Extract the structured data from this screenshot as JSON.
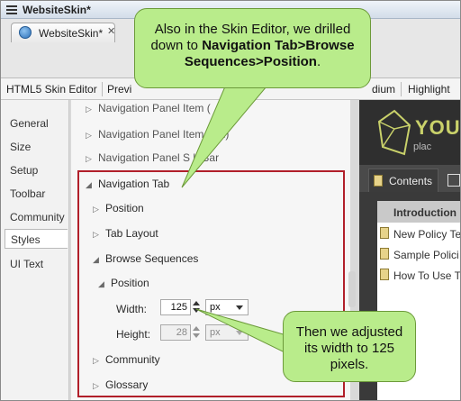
{
  "window": {
    "title": "WebsiteSkin*"
  },
  "doc_tab": {
    "label": "WebsiteSkin*",
    "close": "✕"
  },
  "toolbar": {
    "items": [
      "HTML5 Skin Editor",
      "Previ",
      "dium",
      "Highlight"
    ]
  },
  "sidenav": {
    "items": [
      "General",
      "Size",
      "Setup",
      "Toolbar",
      "Community",
      "Styles",
      "UI Text"
    ],
    "active": "Styles"
  },
  "tree": {
    "rows": [
      {
        "label": "Navigation Panel Item (",
        "arrow": "▷"
      },
      {
        "label": "Navigation Panel Item (    ed)",
        "arrow": "▷"
      },
      {
        "label": "Navigation Panel S    h Bar",
        "arrow": "▷"
      },
      {
        "label": "Navigation Tab",
        "arrow": "◢"
      },
      {
        "label": "Position",
        "arrow": "▷"
      },
      {
        "label": "Tab Layout",
        "arrow": "▷"
      },
      {
        "label": "Browse Sequences",
        "arrow": "◢"
      },
      {
        "label": "Position",
        "arrow": "◢"
      },
      {
        "label": "Community",
        "arrow": "▷"
      },
      {
        "label": "Glossary",
        "arrow": "▷"
      }
    ],
    "width": {
      "label": "Width:",
      "value": "125",
      "unit": "px"
    },
    "height": {
      "label": "Height:",
      "value": "28",
      "unit": "px"
    }
  },
  "preview": {
    "logo_text": "YOU",
    "logo_sub": "plac",
    "tab_contents": "Contents",
    "intro": "Introduction",
    "items": [
      "New Policy Te",
      "Sample Polici",
      "How To Use T"
    ]
  },
  "callouts": {
    "top": {
      "line1": "Also in the Skin Editor, we drilled",
      "line2_prefix": "down to ",
      "line2_bold": "Navigation Tab>Browse",
      "line3_bold": "Sequences>Position",
      "line3_suffix": "."
    },
    "bottom": {
      "line1": "Then we adjusted",
      "line2": "its width to 125",
      "line3": "pixels."
    }
  },
  "colors": {
    "highlight_border": "#b11f2a",
    "callout_fill": "#b9ec8b"
  }
}
